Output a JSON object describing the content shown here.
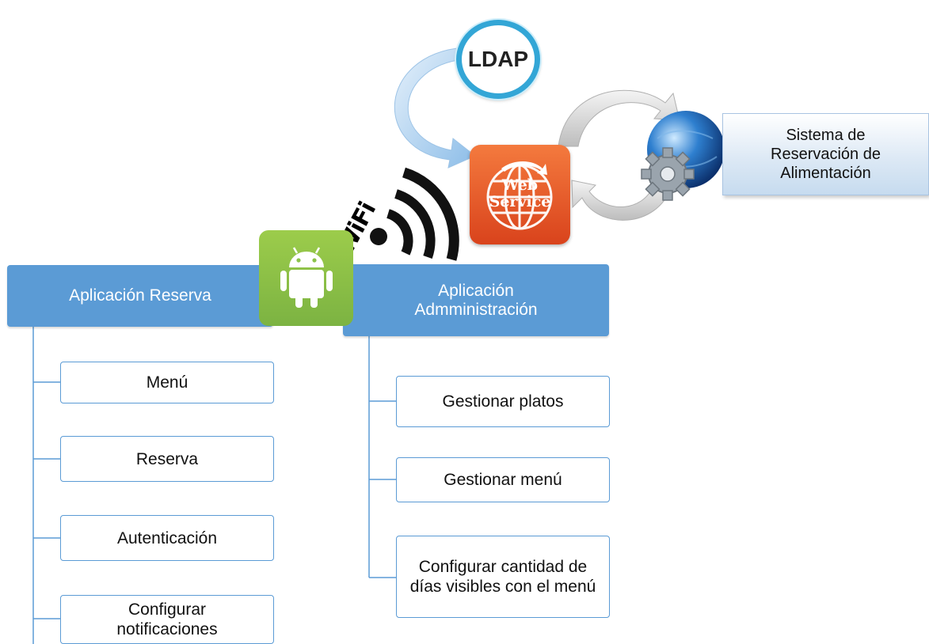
{
  "ldap": {
    "label": "LDAP"
  },
  "web_service": {
    "line1": "Web",
    "line2": "Service"
  },
  "wifi": {
    "label": "WiFi"
  },
  "sistema": {
    "lines": [
      "Sistema de",
      "Reservación de",
      "Alimentación"
    ]
  },
  "reserva": {
    "title": "Aplicación Reserva",
    "items": [
      "Menú",
      "Reserva",
      "Autenticación",
      "Configurar notificaciones"
    ]
  },
  "admin": {
    "title_line1": "Aplicación",
    "title_line2": "Admministración",
    "items": [
      "Gestionar platos",
      "Gestionar menú",
      "Configurar cantidad de días visibles con el menú"
    ]
  },
  "colors": {
    "header_blue": "#5b9bd5",
    "android_green": "#8bc34a",
    "web_service_orange": "#e8582a",
    "ldap_ring": "#33a6d6"
  },
  "icons": [
    "ldap-badge",
    "web-service-globe-icon",
    "wifi-icon",
    "android-icon",
    "globe-gear-icon"
  ]
}
